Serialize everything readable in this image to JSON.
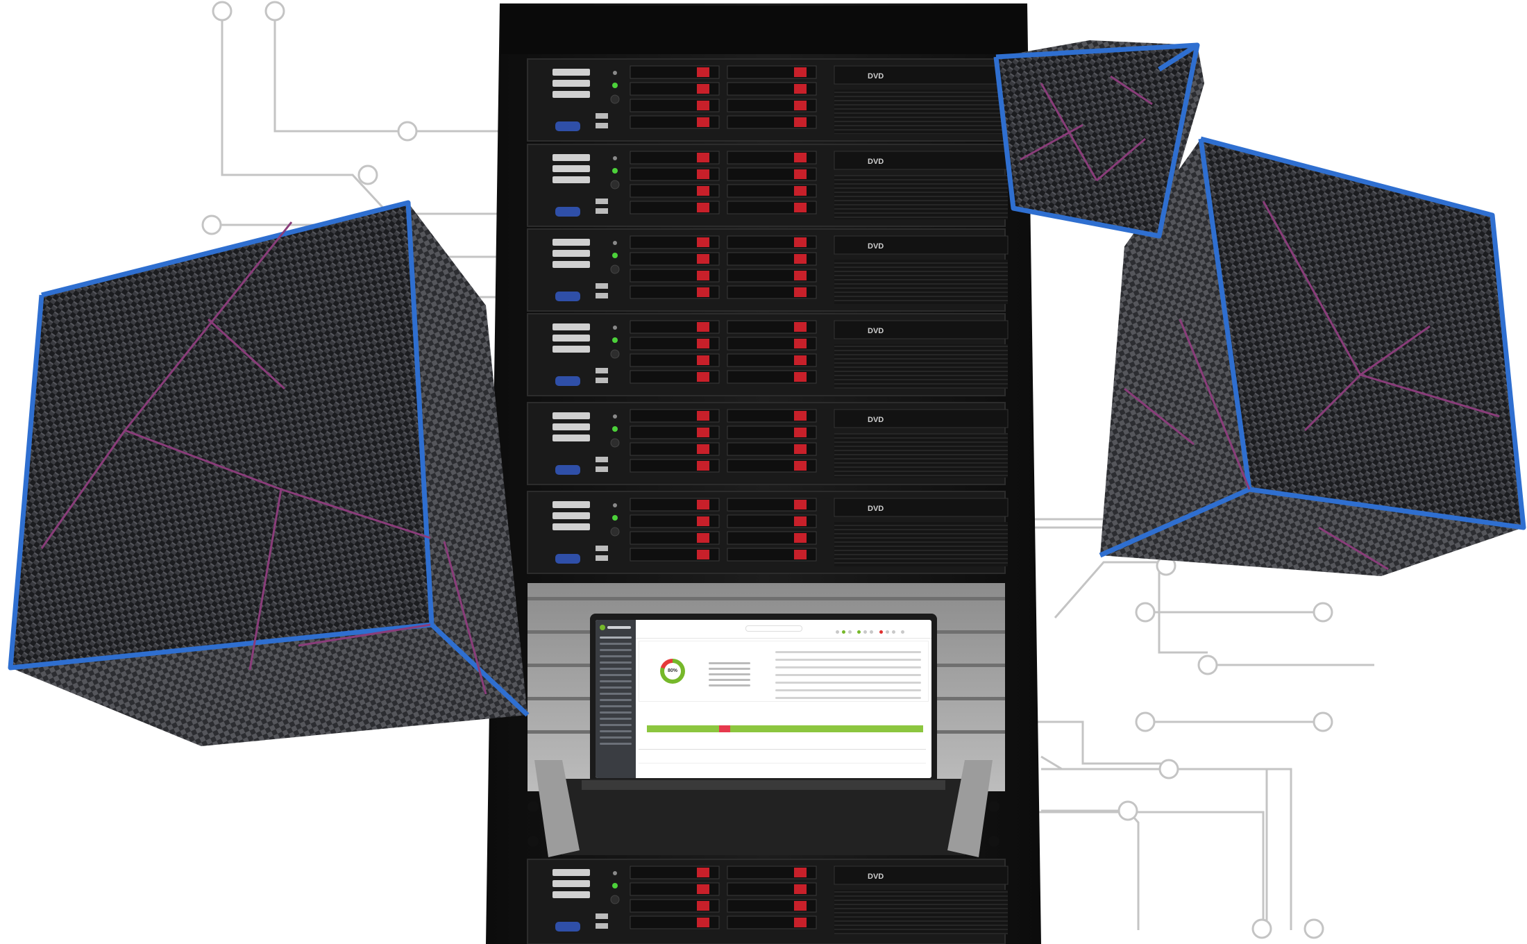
{
  "scene": {
    "colors": {
      "circuit_line": "#c4c4c4",
      "rack_body": "#141414",
      "rack_front": "#1c1c1c",
      "drive_led": "#c8202a",
      "status_led": "#4cd13a",
      "vga_port": "#2f4fa8",
      "cube_edge": "#2f6fd0",
      "cube_crack": "#8a3d7a",
      "cube_face": "#1e1f22"
    },
    "icons": [
      "dvd-drive-icon",
      "vga-port-icon",
      "usb-port-icon",
      "power-led-icon"
    ]
  },
  "rack": {
    "unit_count_top": 6,
    "drive_bays_per_unit": 8,
    "dvd_label": "DVD"
  },
  "screen": {
    "donut_percent": "80%",
    "bar_green": "#8cc63f",
    "bar_red": "#e6394d",
    "donut_green": "#76b82a",
    "donut_red": "#e63a3a"
  }
}
